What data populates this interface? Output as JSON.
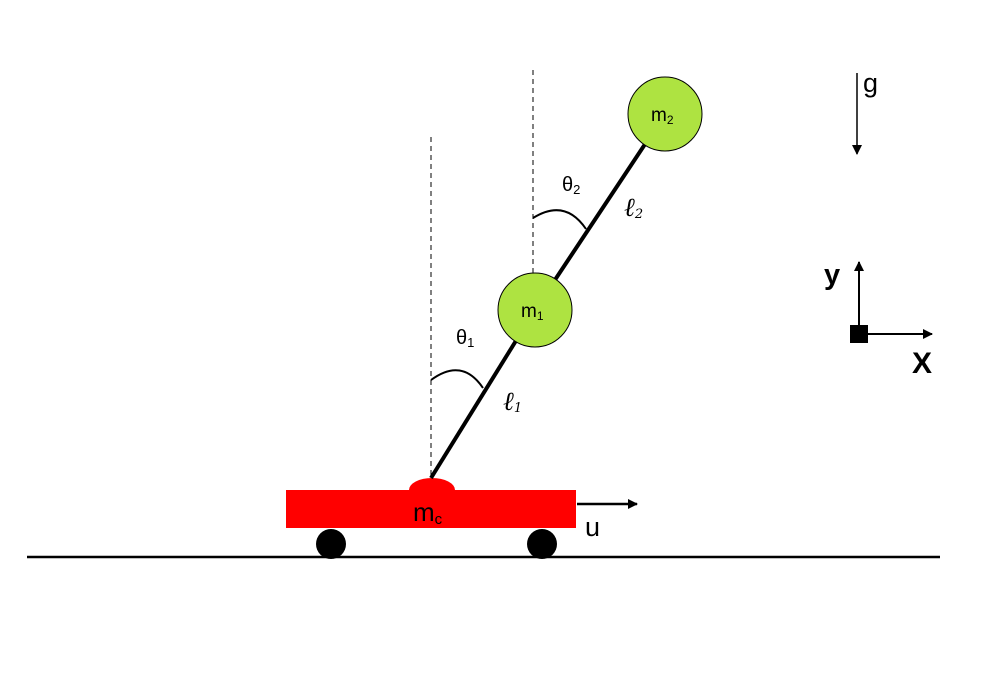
{
  "colors": {
    "cart": "#ff0000",
    "bob": "#aee341",
    "ink": "#000000",
    "background": "#ffffff"
  },
  "labels": {
    "cart_mass": {
      "base": "m",
      "sub": "c"
    },
    "mass_1": {
      "base": "m",
      "sub": "1"
    },
    "mass_2": {
      "base": "m",
      "sub": "2"
    },
    "angle_1": {
      "base": "θ",
      "sub": "1"
    },
    "angle_2": {
      "base": "θ",
      "sub": "2"
    },
    "length_1": {
      "base": "ℓ",
      "sub": "1"
    },
    "length_2": {
      "base": "ℓ",
      "sub": "2"
    },
    "control_input": "u",
    "gravity": "g",
    "axis_x": "X",
    "axis_y": "y"
  }
}
